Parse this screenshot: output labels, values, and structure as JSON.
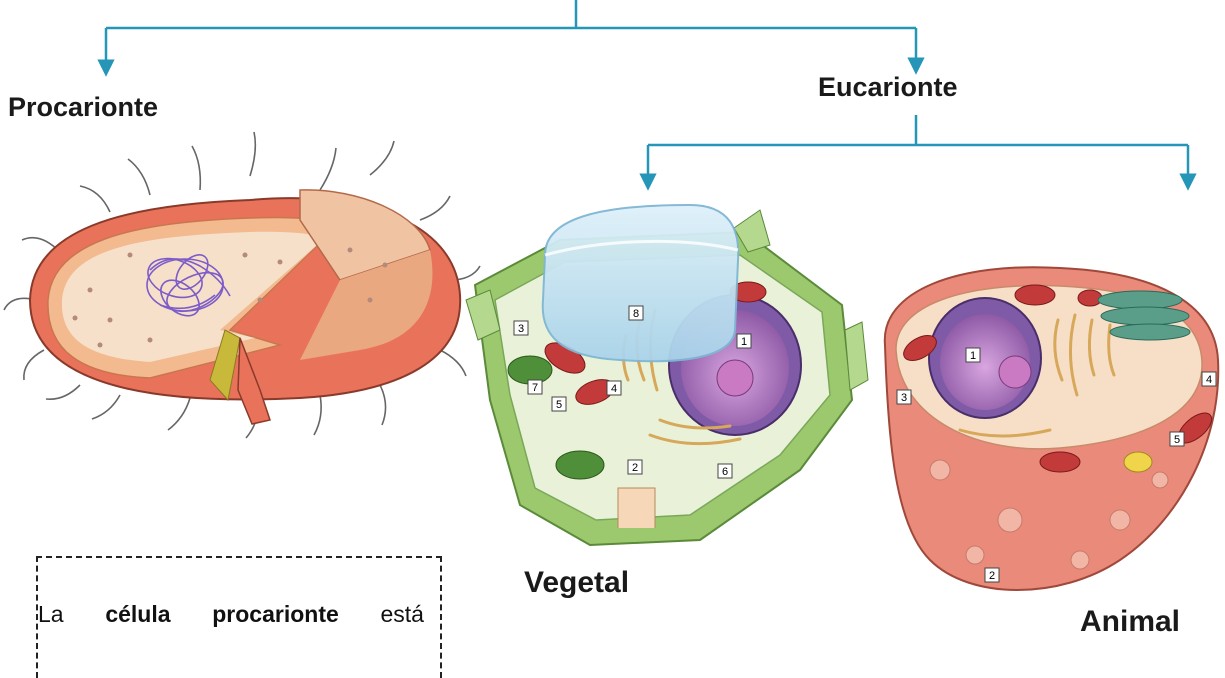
{
  "labels": {
    "prokaryote": "Procarionte",
    "eukaryote": "Eucarionte",
    "plant": "Vegetal",
    "animal": "Animal"
  },
  "note": {
    "w1": "La",
    "w2": "célula",
    "w3": "procarionte",
    "w4": "está"
  },
  "plant_cell_numbers": [
    "8",
    "1",
    "3",
    "7",
    "5",
    "4",
    "2",
    "6"
  ],
  "animal_cell_numbers": [
    "1",
    "3",
    "4",
    "5",
    "2"
  ],
  "colors": {
    "connector": "#2596b8",
    "prokaryote_outer": "#e8735a",
    "plant_wall": "#9cc86e",
    "vacuole": "#bcdff0",
    "nucleus": "#a46ab8",
    "animal_body": "#f4c9b6"
  }
}
